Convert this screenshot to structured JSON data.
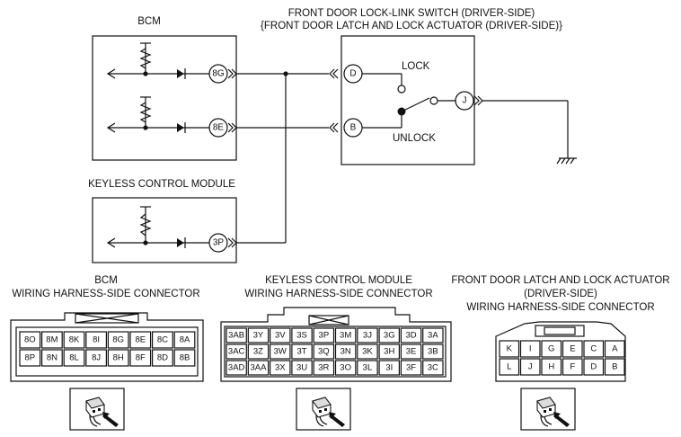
{
  "labels": {
    "bcm": "BCM",
    "switch_line1": "FRONT DOOR LOCK-LINK SWITCH (DRIVER-SIDE)",
    "switch_line2": "{FRONT DOOR LATCH AND LOCK ACTUATOR (DRIVER-SIDE)}",
    "lock": "LOCK",
    "unlock": "UNLOCK",
    "kcm": "KEYLESS CONTROL MODULE"
  },
  "pins": {
    "bcm_8g": "8G",
    "bcm_8e": "8E",
    "kcm_3p": "3P",
    "sw_d": "D",
    "sw_b": "B",
    "sw_j": "J"
  },
  "connectors": {
    "bcm": {
      "title1": "BCM",
      "title2": "WIRING HARNESS-SIDE CONNECTOR",
      "row1": [
        "8O",
        "8M",
        "8K",
        "8I",
        "8G",
        "8E",
        "8C",
        "8A"
      ],
      "row2": [
        "8P",
        "8N",
        "8L",
        "8J",
        "8H",
        "8F",
        "8D",
        "8B"
      ]
    },
    "kcm": {
      "title1": "KEYLESS CONTROL MODULE",
      "title2": "WIRING HARNESS-SIDE CONNECTOR",
      "row1": [
        "3AB",
        "3Y",
        "3V",
        "3S",
        "3P",
        "3M",
        "3J",
        "3G",
        "3D",
        "3A"
      ],
      "row2": [
        "3AC",
        "3Z",
        "3W",
        "3T",
        "3Q",
        "3N",
        "3K",
        "3H",
        "3E",
        "3B"
      ],
      "row3": [
        "3AD",
        "3AA",
        "3X",
        "3U",
        "3R",
        "3O",
        "3L",
        "3I",
        "3F",
        "3C"
      ]
    },
    "actuator": {
      "title1": "FRONT DOOR LATCH AND LOCK ACTUATOR",
      "title2": "(DRIVER-SIDE)",
      "title3": "WIRING HARNESS-SIDE CONNECTOR",
      "row1": [
        "K",
        "I",
        "G",
        "E",
        "C",
        "A"
      ],
      "row2": [
        "L",
        "J",
        "H",
        "F",
        "D",
        "B"
      ]
    }
  },
  "icons": {
    "probe": "connector-probe-icon",
    "ground": "ground-icon",
    "diode": "diode-icon",
    "resistor": "resistor-icon"
  }
}
